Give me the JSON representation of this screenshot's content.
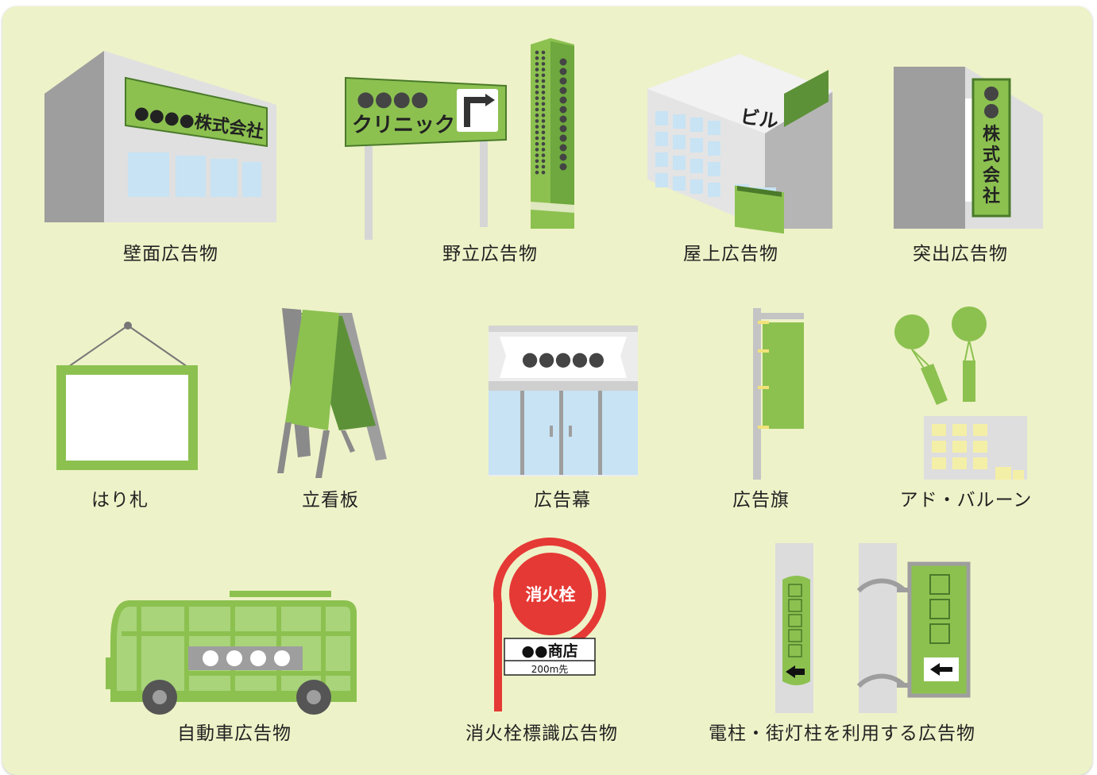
{
  "colors": {
    "background": "#eef2c8",
    "green": "#8cc150",
    "dark_green": "#5d9138",
    "gray": "#9e9e9e",
    "light_gray": "#dcdcdc",
    "glass": "#c7e3f4",
    "hydrant_red": "#e53935"
  },
  "items": [
    {
      "label": "壁面広告物",
      "sign_text": "●●●●株式会社"
    },
    {
      "label": "野立広告物",
      "sign_text_top": "●●●●",
      "sign_text_bottom": "クリニック"
    },
    {
      "label": "屋上広告物",
      "sign_text": "ビル"
    },
    {
      "label": "突出広告物",
      "sign_text": "●●株式会社"
    },
    {
      "label": "はり札"
    },
    {
      "label": "立看板"
    },
    {
      "label": "広告幕",
      "sign_text": "●●●●●"
    },
    {
      "label": "広告旗"
    },
    {
      "label": "アド・バルーン"
    },
    {
      "label": "自動車広告物"
    },
    {
      "label": "消火栓標識広告物",
      "hydrant_text": "消火栓",
      "shop_text": "●●商店",
      "distance_text": "200m先"
    },
    {
      "label": "電柱・街灯柱を利用する広告物"
    }
  ]
}
